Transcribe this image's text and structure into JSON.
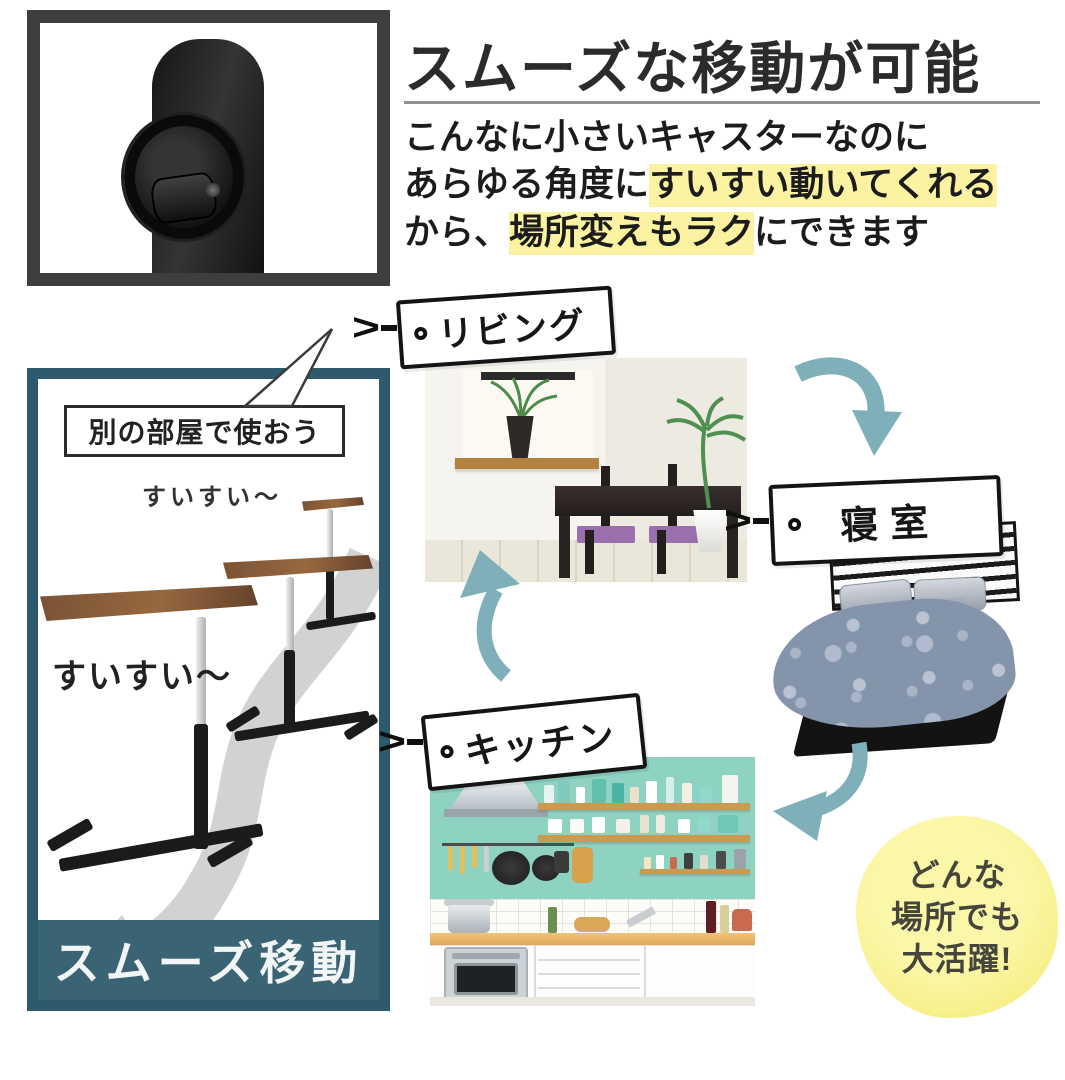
{
  "header": {
    "title": "スムーズな移動が可能",
    "line1": "こんなに小さいキャスターなのに",
    "line2_pre": "あらゆる角度に",
    "line2_highlight": "すいすい動いてくれる",
    "line3_pre": "から、",
    "line3_highlight": "場所変えもラク",
    "line3_post": "にできます"
  },
  "tags": {
    "living": "リビング",
    "bedroom": "寝室",
    "kitchen": "キッチン",
    "connector_glyph": ">"
  },
  "panel": {
    "bubble_label": "別の部屋で使おう",
    "swish_far": "すいすい～",
    "swish_near": "すいすい～",
    "caption": "スムーズ移動"
  },
  "badge": {
    "line1": "どんな",
    "line2": "場所でも",
    "line3": "大活躍!"
  },
  "colors": {
    "panel_border_teal": "#2d5a6c",
    "banner_teal": "#3a6374",
    "arrow_teal": "#7fb0ba",
    "text_highlight_yellow": "#fbf3a2",
    "badge_yellow": "#f6f08a",
    "photo_frame_gray": "#3e3e3e",
    "kitchen_wall_mint": "#8ed2c2",
    "chair_purple": "#9b6fad",
    "table_wood_brown": "#7a5234"
  },
  "icons": {
    "connector_chevron": ">"
  }
}
